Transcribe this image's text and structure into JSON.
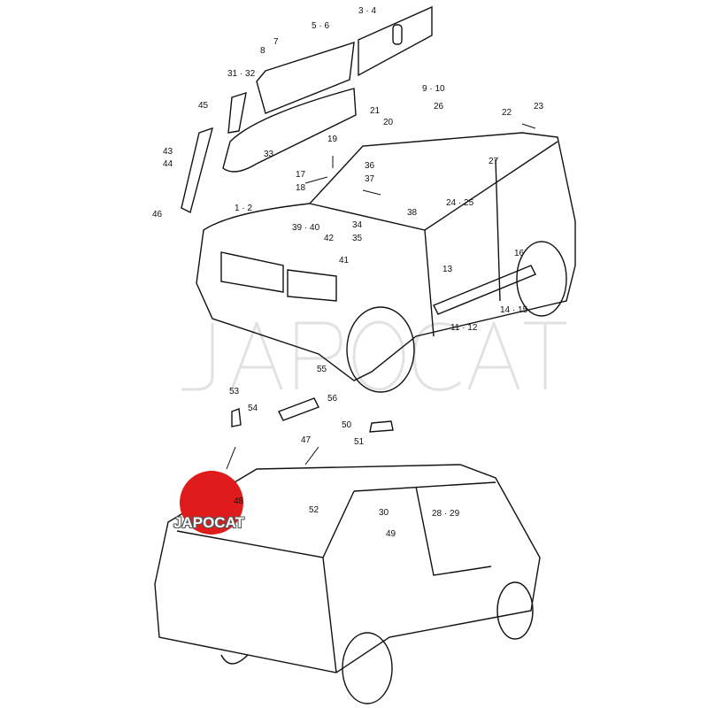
{
  "watermark": "JAPOCAT",
  "logo": {
    "text": "JAPOCAT",
    "color": "#e01b1b"
  },
  "labels": {
    "l3_4": "3 · 4",
    "l5_6": "5 · 6",
    "l7": "7",
    "l8": "8",
    "l31_32": "31 · 32",
    "l45": "45",
    "l9_10": "9 · 10",
    "l21": "21",
    "l26": "26",
    "l22": "22",
    "l23": "23",
    "l20": "20",
    "l19": "19",
    "l33": "33",
    "l43": "43",
    "l44": "44",
    "l46": "46",
    "l17": "17",
    "l18": "18",
    "l36": "36",
    "l37": "37",
    "l38": "38",
    "l24_25": "24 · 25",
    "l27": "27",
    "l1_2": "1 · 2",
    "l34": "34",
    "l35": "35",
    "l39_40": "39 · 40",
    "l42": "42",
    "l41": "41",
    "l16": "16",
    "l13": "13",
    "l14_15": "14 · 15",
    "l11_12": "11 · 12",
    "l55": "55",
    "l56": "56",
    "l53": "53",
    "l54": "54",
    "l50": "50",
    "l51": "51",
    "l47": "47",
    "l48": "48",
    "l52": "52",
    "l30": "30",
    "l49": "49",
    "l28_29": "28 · 29"
  }
}
